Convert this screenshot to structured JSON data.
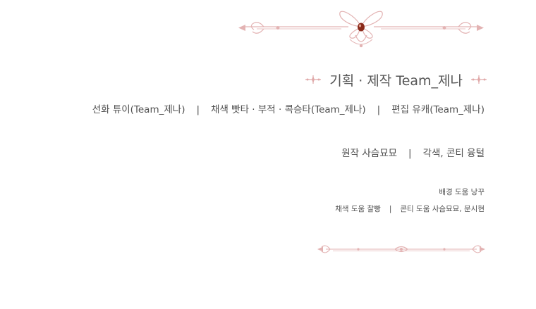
{
  "credits": {
    "title": "기획 · 제작 Team_제나",
    "line1": {
      "part1": "선화 튜이(Team_제나)",
      "separator": "|",
      "part2": "채색 빳타 · 부적 · 콕승타(Team_제나)",
      "part3": "편집 유캐(Team_제나)"
    },
    "line2": {
      "part1": "원작 사슴묘묘",
      "separator": "|",
      "part2": "각색, 콘티 융털"
    },
    "line3": {
      "text": "배경 도움 낭꾸"
    },
    "line4": {
      "part1": "채색 도움 찰빵",
      "separator": "|",
      "part2": "콘티 도움 사슴묘묘, 문시현"
    }
  },
  "colors": {
    "ornament": "#e8b8b8",
    "ornament_dark": "#d99a9a",
    "gem": "#8a2a1a",
    "text": "#4f4f4f"
  }
}
